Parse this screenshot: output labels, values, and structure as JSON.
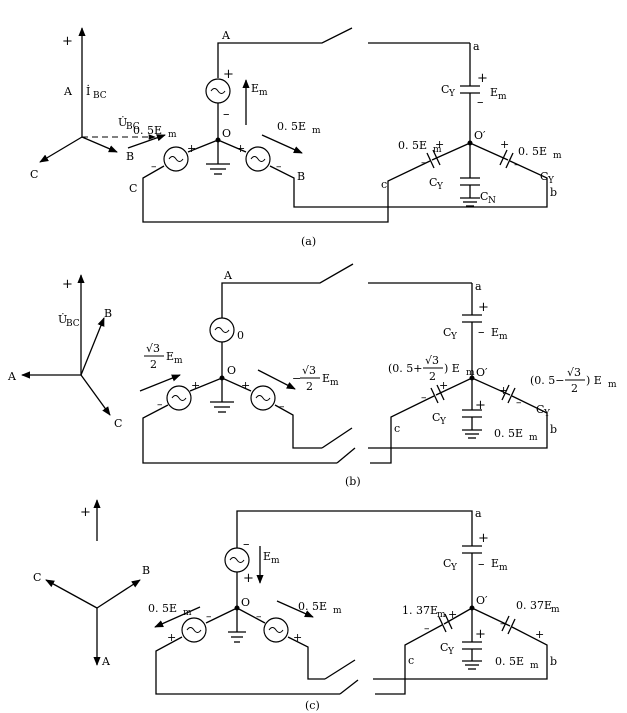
{
  "panel_a": {
    "caption": "(a)",
    "phasor": {
      "plus": "+",
      "A": "A",
      "B": "B",
      "C": "C",
      "i_bc": "İ",
      "i_bc_sub": "BC",
      "u_bc": "U̇",
      "u_bc_sub": "BC"
    },
    "nodes": {
      "A": "A",
      "B": "B",
      "C": "C",
      "O": "O",
      "a": "a",
      "b": "b",
      "c": "c",
      "O_prime": "O′"
    },
    "sources": {
      "plus_A": "+",
      "minus_A": "–",
      "emf_A": "E",
      "emf_A_sub": "m",
      "left_val": "0. 5E",
      "left_val_sub": "m",
      "right_val": "0. 5E",
      "right_val_sub": "m",
      "pm_left_minus": "–",
      "pm_left_plus": "+",
      "pm_right_plus": "+",
      "pm_right_minus": "–"
    },
    "caps": {
      "cy_top": "C",
      "cy_top_sub": "Y",
      "plus_top": "+",
      "minus_top": "–",
      "em_top": "E",
      "em_top_sub": "m",
      "left_val": "0. 5E",
      "left_val_sub": "m",
      "cy_left": "C",
      "cy_left_sub": "Y",
      "right_val": "0. 5E",
      "right_val_sub": "m",
      "cy_right": "C",
      "cy_right_sub": "Y",
      "cn": "C",
      "cn_sub": "N",
      "pm_lm": "–",
      "pm_lp": "+",
      "pm_rp": "+",
      "pm_rm": "–"
    }
  },
  "panel_b": {
    "caption": "(b)",
    "phasor": {
      "plus": "+",
      "A": "A",
      "B": "B",
      "C": "C",
      "u_bc": "U̇",
      "u_bc_sub": "BC"
    },
    "nodes": {
      "A": "A",
      "O": "O",
      "a": "a",
      "b": "b",
      "c": "c",
      "O_prime": "O′"
    },
    "sources": {
      "zero": "0",
      "left_sqrt": "√3",
      "left_den": "2",
      "left_em": "E",
      "left_em_sub": "m",
      "right_pre": "−",
      "right_sqrt": "√3",
      "right_den": "2",
      "right_em": "E",
      "right_em_sub": "m",
      "pm_left_minus": "–",
      "pm_left_plus": "+",
      "pm_right_plus": "+",
      "pm_right_minus": "–"
    },
    "caps": {
      "cy_top": "C",
      "cy_top_sub": "Y",
      "plus_top": "+",
      "minus_top": "–",
      "em_top": "E",
      "em_top_sub": "m",
      "left_pre": "(0. 5+",
      "left_sqrt": "√3",
      "left_den": "2",
      "left_post": ") E",
      "left_post_sub": "m",
      "right_pre": "(0. 5−",
      "right_sqrt": "√3",
      "right_den": "2",
      "right_post": ") E",
      "right_post_sub": "m",
      "cy_left": "C",
      "cy_left_sub": "Y",
      "cy_right": "C",
      "cy_right_sub": "Y",
      "center_val": "0. 5E",
      "center_val_sub": "m",
      "pm_lm": "–",
      "pm_lp": "+",
      "pm_rp": "+",
      "pm_rm": "–",
      "pm_cp": "+"
    }
  },
  "panel_c": {
    "caption": "(c)",
    "phasor": {
      "plus": "+",
      "A": "A",
      "B": "B",
      "C": "C"
    },
    "nodes": {
      "O": "O",
      "a": "a",
      "b": "b",
      "c": "c",
      "O_prime": "O′"
    },
    "sources": {
      "minus_A": "–",
      "plus_A": "+",
      "emf_A": "E",
      "emf_A_sub": "m",
      "left_val": "0. 5E",
      "left_val_sub": "m",
      "right_val": "0. 5E",
      "right_val_sub": "m",
      "pm_left_plus": "+",
      "pm_left_minus": "–",
      "pm_right_minus": "–",
      "pm_right_plus": "+"
    },
    "caps": {
      "cy_top": "C",
      "cy_top_sub": "Y",
      "plus_top": "+",
      "minus_top": "–",
      "em_top": "E",
      "em_top_sub": "m",
      "left_val": "1. 37E",
      "left_val_sub": "m",
      "right_val": "0. 37E",
      "right_val_sub": "m",
      "cy_left": "C",
      "cy_left_sub": "Y",
      "center_val": "0. 5E",
      "center_val_sub": "m",
      "pm_lm": "–",
      "pm_lp": "+",
      "pm_rm": "–",
      "pm_rp": "+",
      "pm_cp": "+"
    }
  }
}
